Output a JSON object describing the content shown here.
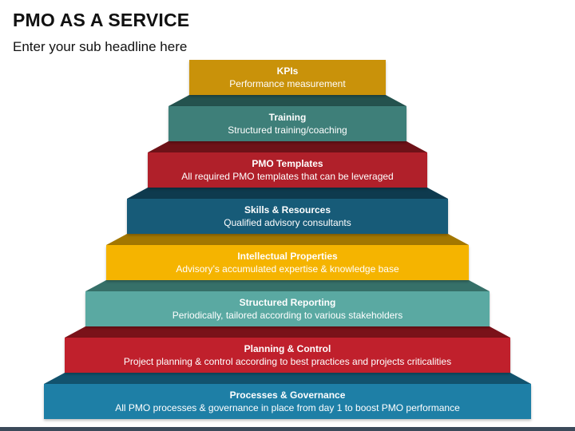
{
  "header": {
    "title": "PMO AS A SERVICE",
    "subtitle": "Enter your sub headline here"
  },
  "steps": [
    {
      "title": "KPIs",
      "description": "Performance measurement",
      "color": "#C9920A",
      "shade": "#7A5A06"
    },
    {
      "title": "Training",
      "description": "Structured training/coaching",
      "color": "#3E7F79",
      "shade": "#24524E"
    },
    {
      "title": "PMO Templates",
      "description": "All required PMO templates that can be leveraged",
      "color": "#B0202A",
      "shade": "#6E1218"
    },
    {
      "title": "Skills & Resources",
      "description": "Qualified advisory consultants",
      "color": "#175B78",
      "shade": "#0E3A4E"
    },
    {
      "title": "Intellectual Properties",
      "description": "Advisory’s accumulated expertise & knowledge base",
      "color": "#F5B400",
      "shade": "#A37700"
    },
    {
      "title": "Structured Reporting",
      "description": "Periodically, tailored according to various stakeholders",
      "color": "#5AA9A2",
      "shade": "#367069"
    },
    {
      "title": "Planning & Control",
      "description": "Project planning & control according to best practices and projects criticalities",
      "color": "#C0202C",
      "shade": "#7A1219"
    },
    {
      "title": "Processes & Governance",
      "description": "All PMO processes & governance in place from day 1 to boost PMO performance",
      "color": "#1E7FA6",
      "shade": "#12536E"
    }
  ]
}
